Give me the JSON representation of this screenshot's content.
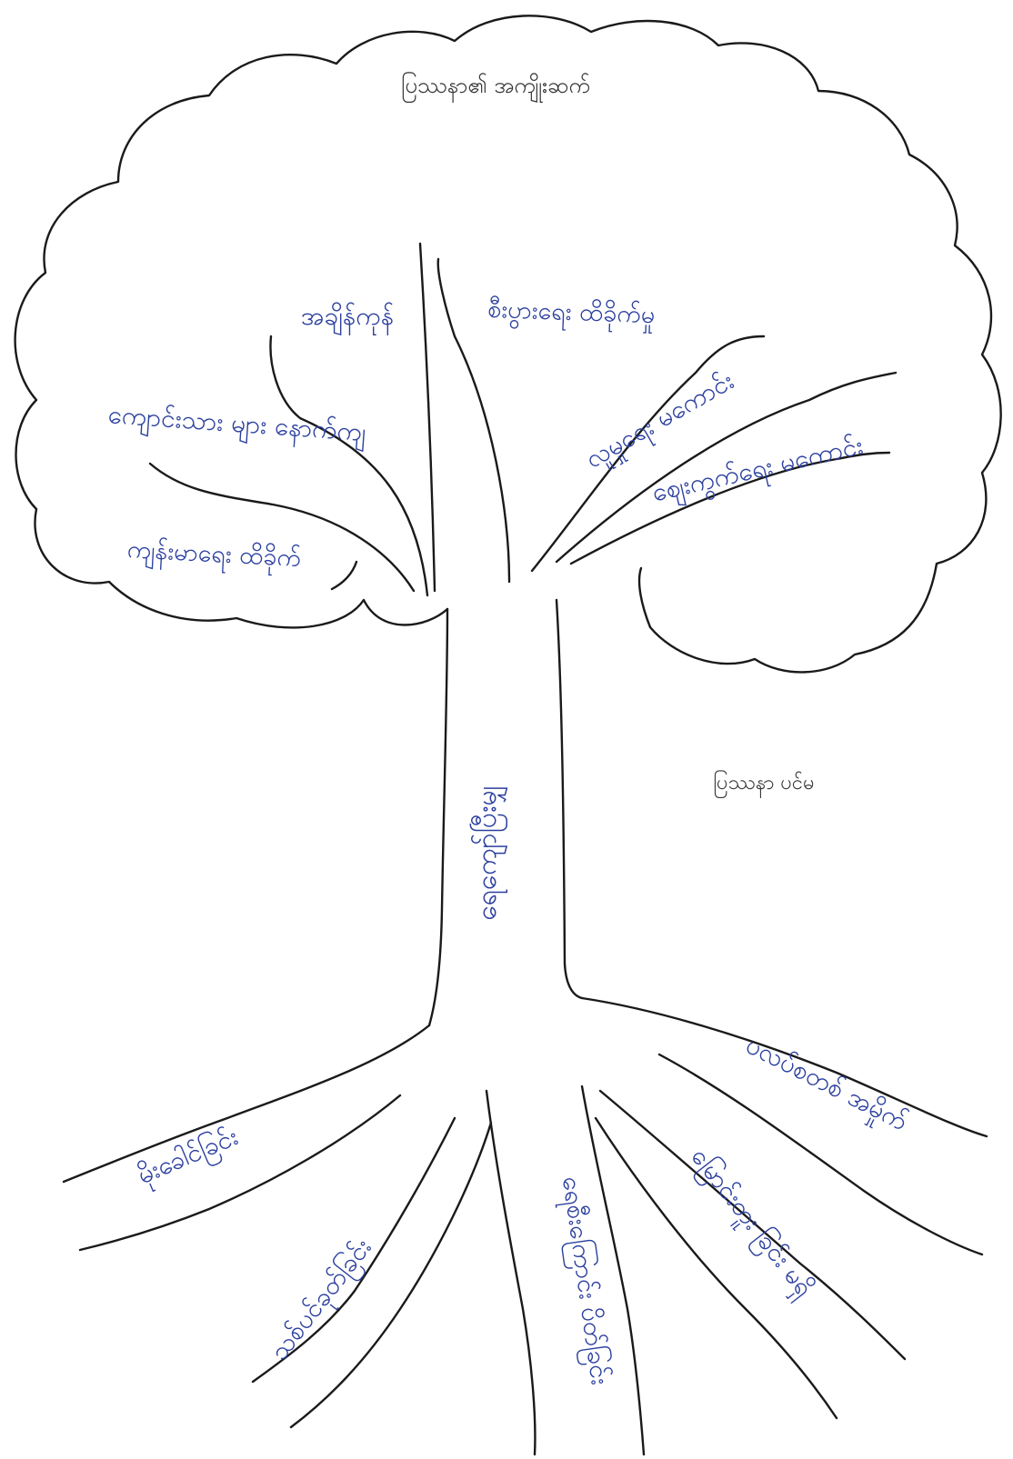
{
  "diagram": {
    "crown_title": "ပြဿနာ၏ အကျိုးဆက်",
    "core_label": "ပြဿနာ ပင်မ",
    "trunk_label": "ရေကျော်ပြီးမျှ",
    "effects": [
      "အချိန်ကုန်",
      "စီးပွားရေး ထိခိုက်မှု",
      "ကျောင်းသား များ နောက်ကျ",
      "ကျန်းမာရေး ထိခိုက်",
      "လူမှုရေး မကောင်း",
      "ဈေးကွက်ရေး မကောင်း"
    ],
    "causes": [
      "မိုးခေါင်ခြင်း",
      "သစ်ပင်ခုတ်ခြင်း",
      "ရေစီးကြောင်း ပိတ်ခြင်း",
      "မြောင်းတူး ခြင်း မရှိ",
      "ပလပ်စတစ် အမှိုက်"
    ],
    "ink_color": "#2b3f9e",
    "outline_color": "#1a1a1a"
  }
}
